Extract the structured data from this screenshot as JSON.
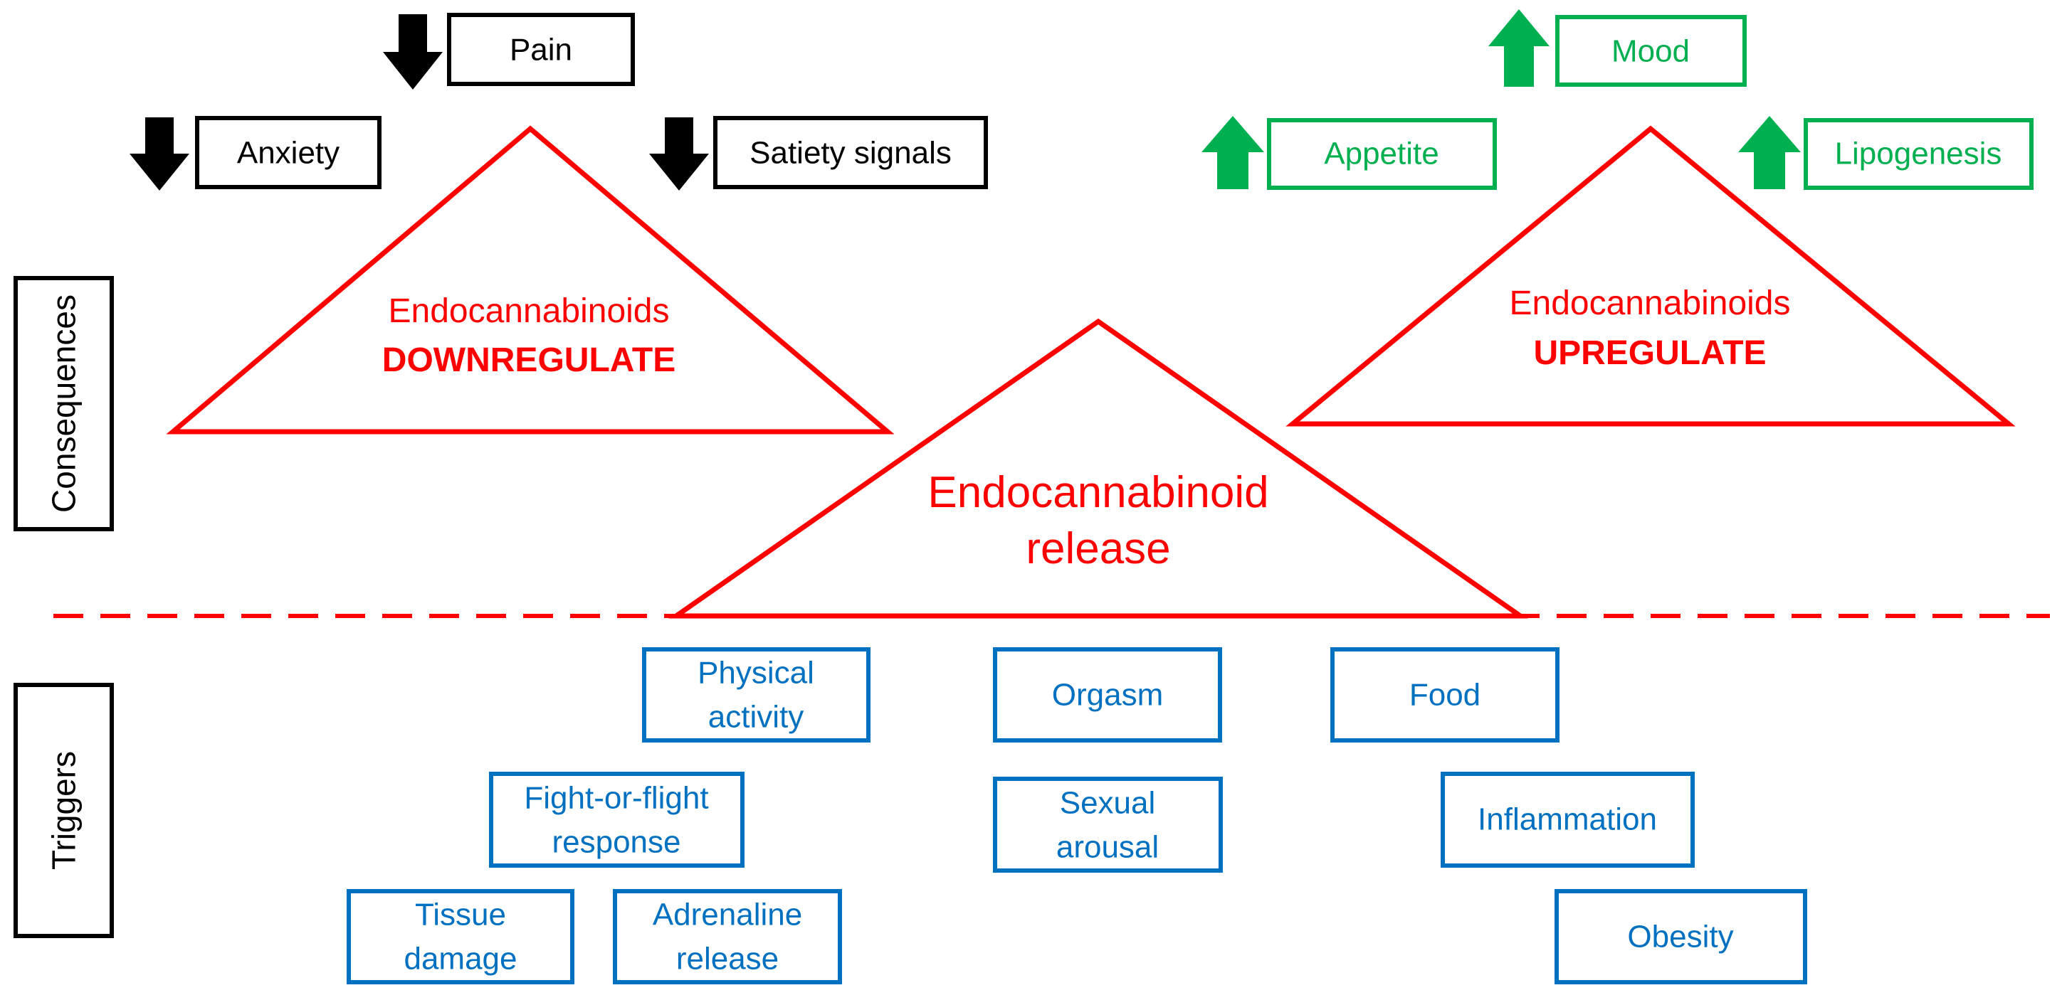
{
  "colors": {
    "red": "#ff0000",
    "black": "#000000",
    "green": "#00b050",
    "blue": "#0070c0"
  },
  "side_labels": {
    "consequences": "Consequences",
    "triggers": "Triggers"
  },
  "downregulate": {
    "line1": "Endocannabinoids",
    "line2": "DOWNREGULATE",
    "effects": [
      {
        "label": "Pain",
        "direction": "down",
        "icon": "down-arrow-icon"
      },
      {
        "label": "Anxiety",
        "direction": "down",
        "icon": "down-arrow-icon"
      },
      {
        "label": "Satiety signals",
        "direction": "down",
        "icon": "down-arrow-icon"
      }
    ]
  },
  "upregulate": {
    "line1": "Endocannabinoids",
    "line2": "UPREGULATE",
    "effects": [
      {
        "label": "Mood",
        "direction": "up",
        "icon": "up-arrow-icon"
      },
      {
        "label": "Appetite",
        "direction": "up",
        "icon": "up-arrow-icon"
      },
      {
        "label": "Lipogenesis",
        "direction": "up",
        "icon": "up-arrow-icon"
      }
    ]
  },
  "release": {
    "line1": "Endocannabinoid",
    "line2": "release"
  },
  "triggers": [
    {
      "line1": "Physical",
      "line2": "activity"
    },
    {
      "line1": "Orgasm",
      "line2": ""
    },
    {
      "line1": "Food",
      "line2": ""
    },
    {
      "line1": "Fight-or-flight",
      "line2": "response"
    },
    {
      "line1": "Sexual",
      "line2": "arousal"
    },
    {
      "line1": "Inflammation",
      "line2": ""
    },
    {
      "line1": "Tissue",
      "line2": "damage"
    },
    {
      "line1": "Adrenaline",
      "line2": "release"
    },
    {
      "line1": "Obesity",
      "line2": ""
    }
  ]
}
